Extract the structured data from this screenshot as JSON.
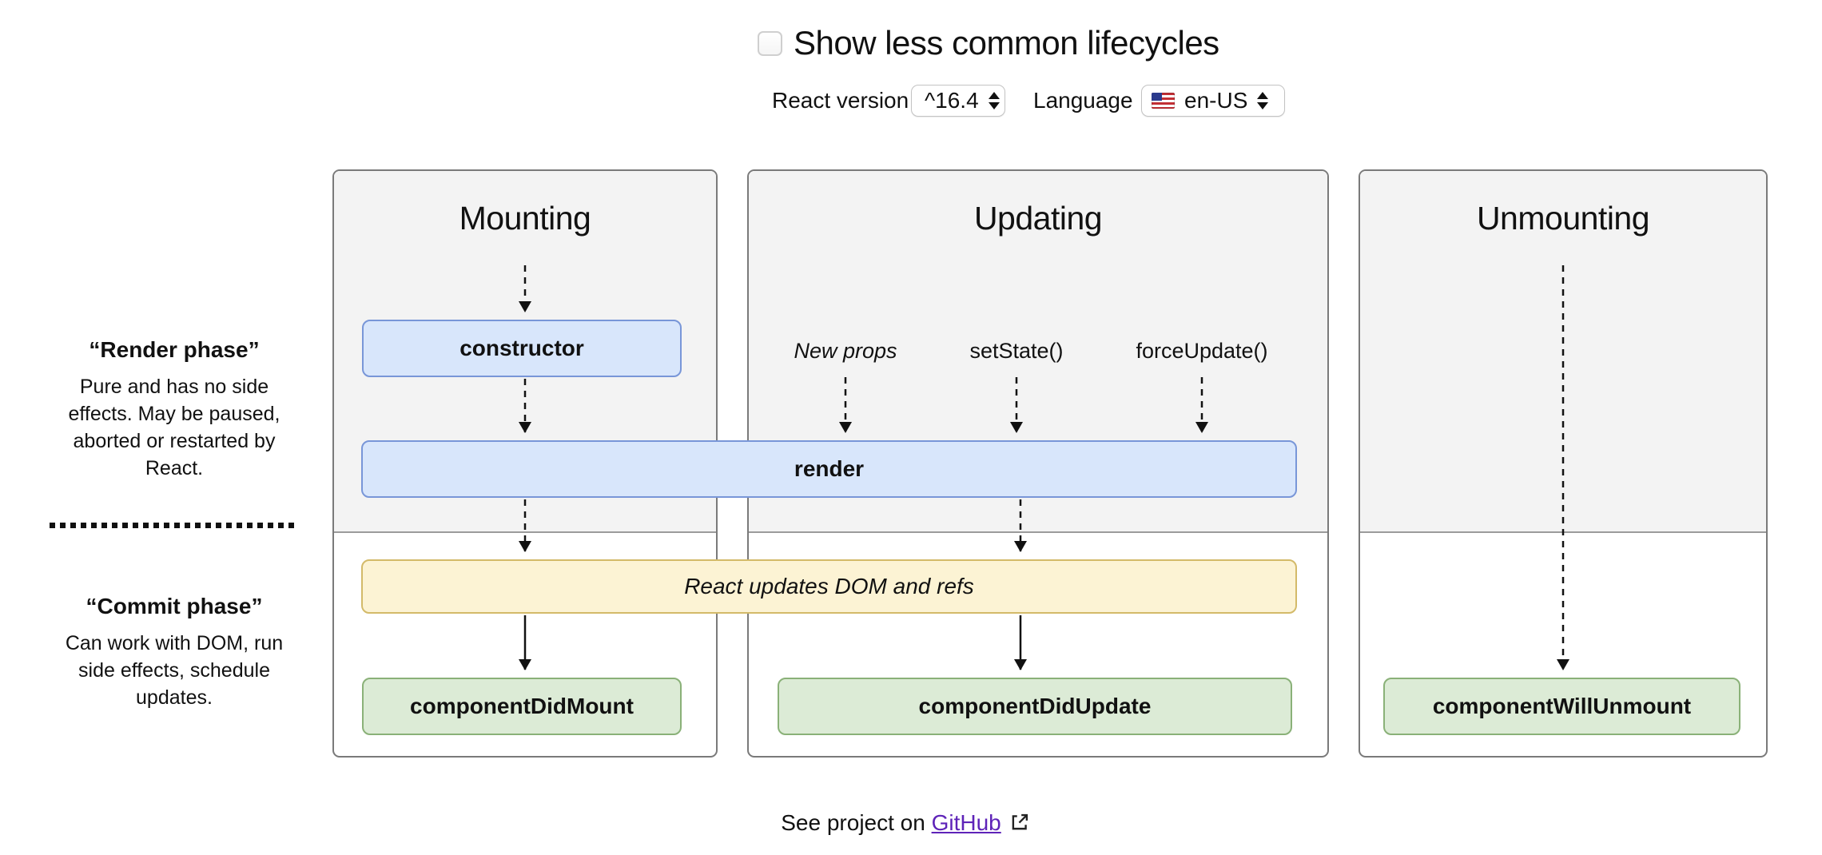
{
  "header": {
    "show_less_label": "Show less common lifecycles",
    "react_version_label": "React version",
    "react_version_value": "^16.4",
    "language_label": "Language",
    "language_value": "en-US",
    "language_flag_icon": "us-flag"
  },
  "phases": {
    "render": {
      "title": "“Render phase”",
      "description": "Pure and has no side effects. May be paused, aborted or restarted by React."
    },
    "commit": {
      "title": "“Commit phase”",
      "description": "Can work with DOM, run side effects, schedule updates."
    }
  },
  "columns": [
    {
      "title": "Mounting"
    },
    {
      "title": "Updating",
      "triggers": [
        "New props",
        "setState()",
        "forceUpdate()"
      ]
    },
    {
      "title": "Unmounting"
    }
  ],
  "boxes": {
    "constructor": "constructor",
    "render": "render",
    "react_updates": "React updates DOM and refs",
    "component_did_mount": "componentDidMount",
    "component_did_update": "componentDidUpdate",
    "component_will_unmount": "componentWillUnmount"
  },
  "footer": {
    "prefix": "See project on ",
    "link_label": "GitHub",
    "external_icon": "external-link"
  },
  "colors": {
    "box_blue_bg": "#d8e6fb",
    "box_blue_border": "#7896d8",
    "box_yellow_bg": "#fcf3d4",
    "box_yellow_border": "#d3ba69",
    "box_green_bg": "#dcebd6",
    "box_green_border": "#8ab178",
    "panel_render_bg": "#f3f3f3",
    "panel_border": "#7a7a7a",
    "link_purple": "#5e23b8"
  }
}
